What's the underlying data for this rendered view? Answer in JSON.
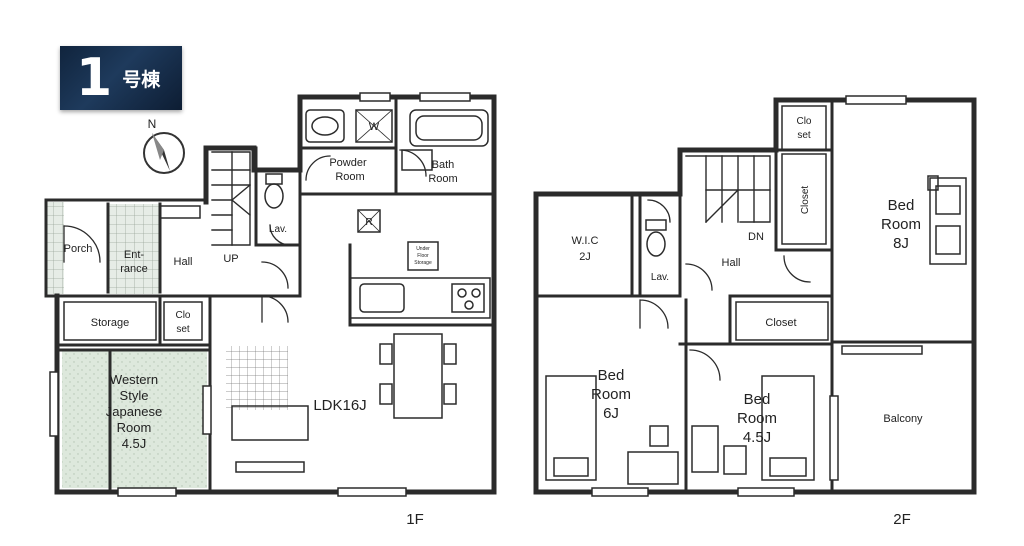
{
  "badge": {
    "number": "1",
    "suffix": "号棟"
  },
  "compass": {
    "label": "N"
  },
  "floor1": {
    "label": "1F",
    "rooms": {
      "porch": "Porch",
      "entrance_line1": "Ent-",
      "entrance_line2": "rance",
      "hall": "Hall",
      "up": "UP",
      "lav": "Lav.",
      "powder_line1": "Powder",
      "powder_line2": "Room",
      "bath_line1": "Bath",
      "bath_line2": "Room",
      "washer": "W",
      "fridge": "R",
      "storage": "Storage",
      "closet_line1": "Clo",
      "closet_line2": "set",
      "western_line1": "Western",
      "western_line2": "Style",
      "western_line3": "Japanese",
      "western_line4": "Room",
      "western_line5": "4.5J",
      "ldk": "LDK16J",
      "underfloor_line1": "Under",
      "underfloor_line2": "Floor",
      "underfloor_line3": "Storage"
    }
  },
  "floor2": {
    "label": "2F",
    "rooms": {
      "wic_line1": "W.I.C",
      "wic_line2": "2J",
      "lav": "Lav.",
      "hall": "Hall",
      "dn": "DN",
      "closet_a_line1": "Clo",
      "closet_a_line2": "set",
      "closet_b": "Closet",
      "closet_c": "Closet",
      "bed8_line1": "Bed",
      "bed8_line2": "Room",
      "bed8_line3": "8J",
      "bed6_line1": "Bed",
      "bed6_line2": "Room",
      "bed6_line3": "6J",
      "bed45_line1": "Bed",
      "bed45_line2": "Room",
      "bed45_line3": "4.5J",
      "balcony": "Balcony"
    }
  }
}
